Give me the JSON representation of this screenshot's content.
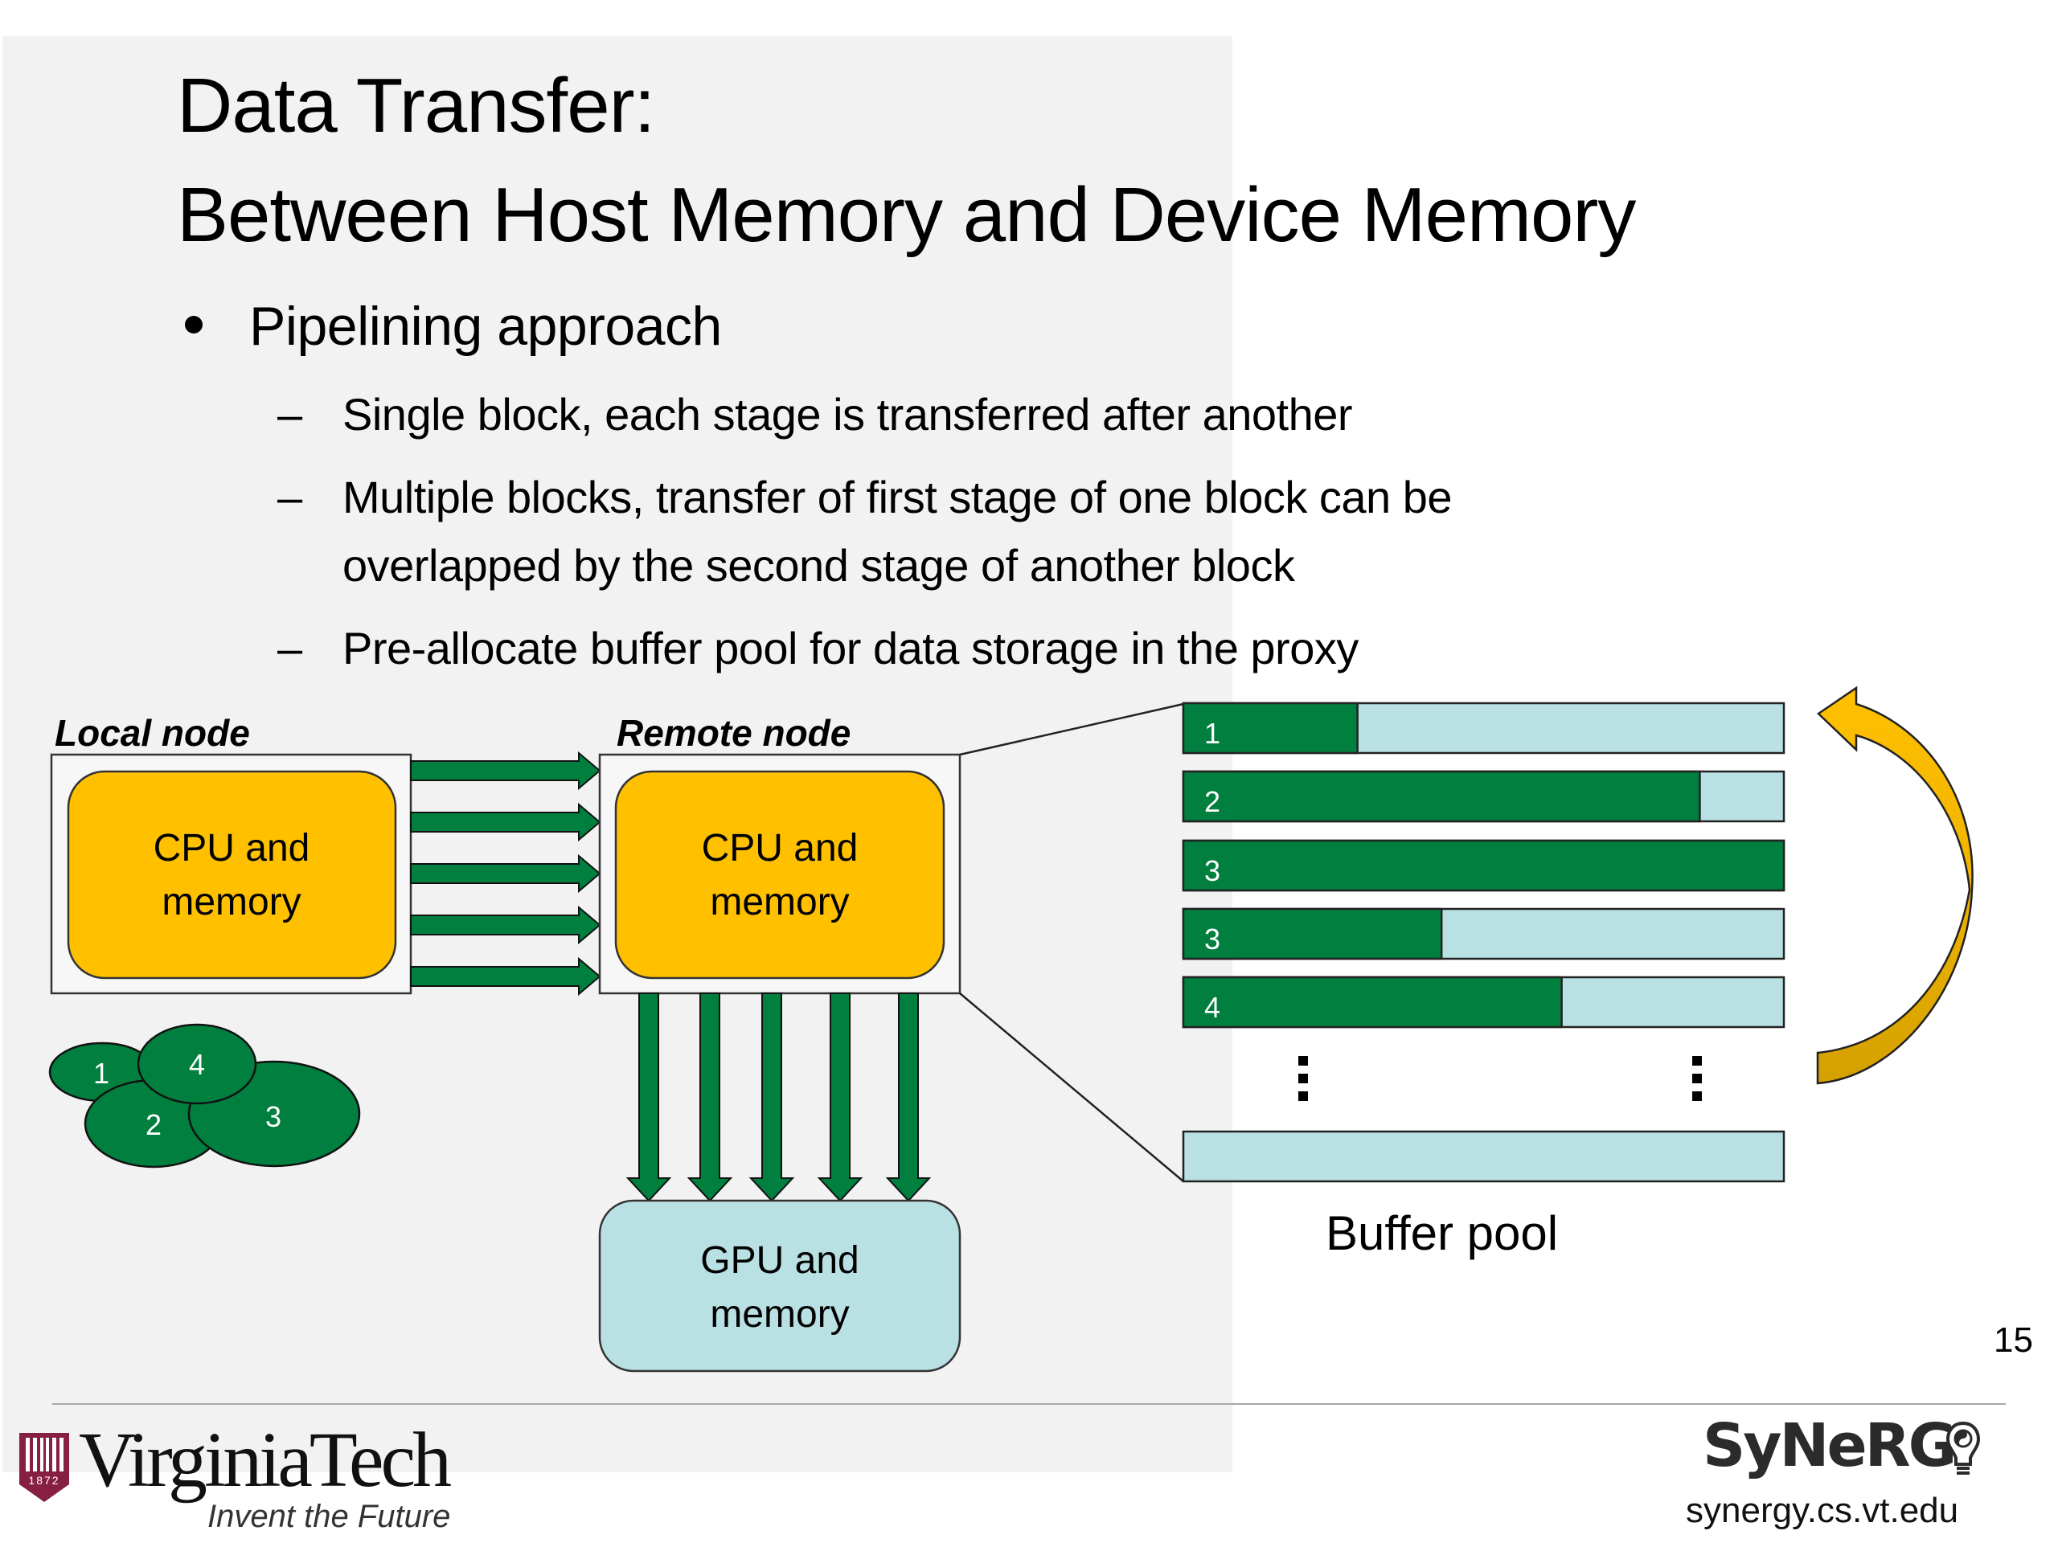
{
  "slide": {
    "title_line1": "Data Transfer:",
    "title_line2": "Between Host Memory and Device Memory",
    "bullet": "Pipelining approach",
    "sub_bullets": [
      "Single block, each stage is transferred after another",
      "Multiple blocks, transfer of first stage of one block can be",
      "overlapped by the second stage of another block",
      "Pre-allocate buffer pool for data storage in the proxy"
    ],
    "dash": "–",
    "page_number": "15"
  },
  "diagram": {
    "local_node": {
      "label": "Local node",
      "box_line1": "CPU and",
      "box_line2": "memory"
    },
    "remote_node": {
      "label": "Remote node",
      "box_line1": "CPU and",
      "box_line2": "memory"
    },
    "gpu": {
      "box_line1": "GPU and",
      "box_line2": "memory"
    },
    "data_blocks": [
      "1",
      "2",
      "3",
      "4"
    ],
    "horizontal_arrow_count": 5,
    "vertical_arrow_count": 5,
    "buffer_pool": {
      "label": "Buffer pool",
      "buffers": [
        {
          "label": "1",
          "fill": 0.29
        },
        {
          "label": "2",
          "fill": 0.86
        },
        {
          "label": "3",
          "fill": 1.0
        },
        {
          "label": "3",
          "fill": 0.43
        },
        {
          "label": "4",
          "fill": 0.63
        },
        {
          "label": "",
          "fill": 0.0
        }
      ],
      "ellipsis": "⋮"
    },
    "colors": {
      "green": "#007f3f",
      "orange": "#ffc000",
      "light_blue": "#b9e0e3",
      "gold_arrow": "#ffc000"
    }
  },
  "footer": {
    "vt_wordmark": "VirginiaTech",
    "vt_tagline": "Invent the Future",
    "vt_year": "1872",
    "synerg_wordmark": "SyNeRG",
    "synerg_url": "synergy.cs.vt.edu"
  }
}
